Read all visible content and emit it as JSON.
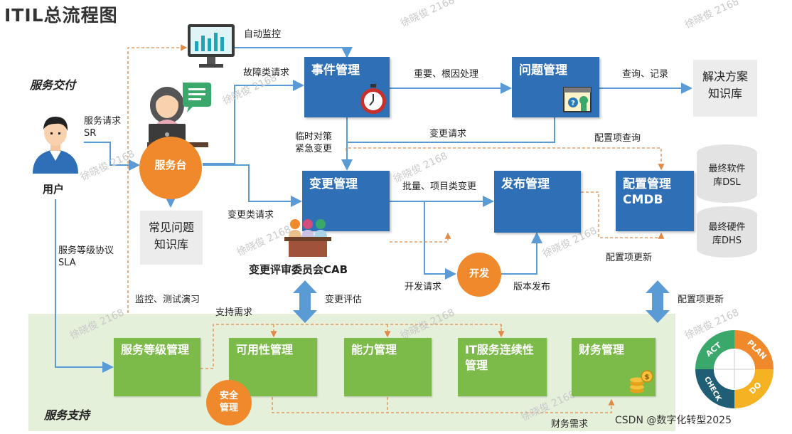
{
  "title": "ITIL总流程图",
  "sections": {
    "delivery": "服务交付",
    "support": "服务支持"
  },
  "nodes": {
    "monitor": "自动监控",
    "user": "用户",
    "service_desk": "服务台",
    "faq_kb_line1": "常见问题",
    "faq_kb_line2": "知识库",
    "incident": "事件管理",
    "problem": "问题管理",
    "solution_kb_line1": "解决方案",
    "solution_kb_line2": "知识库",
    "change": "变更管理",
    "release": "发布管理",
    "cmdb_line1": "配置管理",
    "cmdb_line2": "CMDB",
    "dsl_line1": "最终软件",
    "dsl_line2": "库DSL",
    "dhs_line1": "最终硬件",
    "dhs_line2": "库DHS",
    "cab": "变更评审委员会CAB",
    "dev": "开发",
    "slm": "服务等级管理",
    "availability": "可用性管理",
    "capacity": "能力管理",
    "itscm": "IT服务连续性管理",
    "financial": "财务管理",
    "security_line1": "安全",
    "security_line2": "管理"
  },
  "edge_labels": {
    "service_request": "服务请求",
    "sr": "SR",
    "fault_request": "故障类请求",
    "important_root": "重要、根因处理",
    "query_record": "查询、记录",
    "temp_fix_line1": "临时对策",
    "temp_fix_line2": "紧急变更",
    "change_request": "变更请求",
    "ci_query": "配置项查询",
    "change_type_request": "变更类请求",
    "batch_project": "批量、项目类变更",
    "sla_line1": "服务等级协议",
    "sla_line2": "SLA",
    "ci_update_1": "配置项更新",
    "ci_update_2": "配置项更新",
    "dev_request": "开发请求",
    "version_release": "版本发布",
    "monitor_test": "监控、测试演习",
    "support_need": "支持需求",
    "change_eval": "变更评估",
    "finance_need": "财务需求"
  },
  "pdca": {
    "act": "ACT",
    "plan": "PLAN",
    "check": "CHECK",
    "do": "DO"
  },
  "watermark": "徐晓俊 2168",
  "footer": "CSDN @数字化转型2025",
  "colors": {
    "blue": "#2e6fb5",
    "green": "#7cbb4a",
    "orange": "#f0892c",
    "arrow": "#5b9bd5",
    "dashed": "#e08a4a",
    "support_bg": "#e4f0da"
  }
}
